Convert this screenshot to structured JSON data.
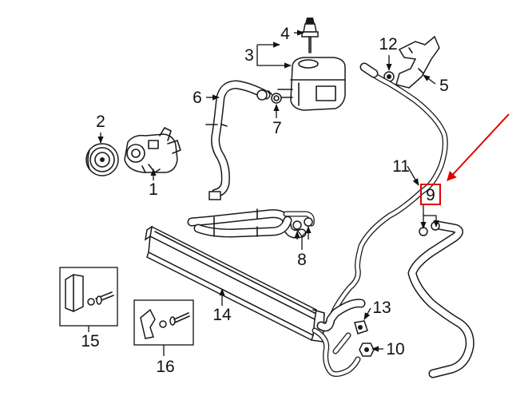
{
  "callouts": {
    "c1": "1",
    "c2": "2",
    "c3": "3",
    "c4": "4",
    "c5": "5",
    "c6": "6",
    "c7": "7",
    "c8": "8",
    "c9": "9",
    "c10": "10",
    "c11": "11",
    "c12": "12",
    "c13": "13",
    "c14": "14",
    "c15": "15",
    "c16": "16"
  },
  "highlight_color": "#e00000"
}
